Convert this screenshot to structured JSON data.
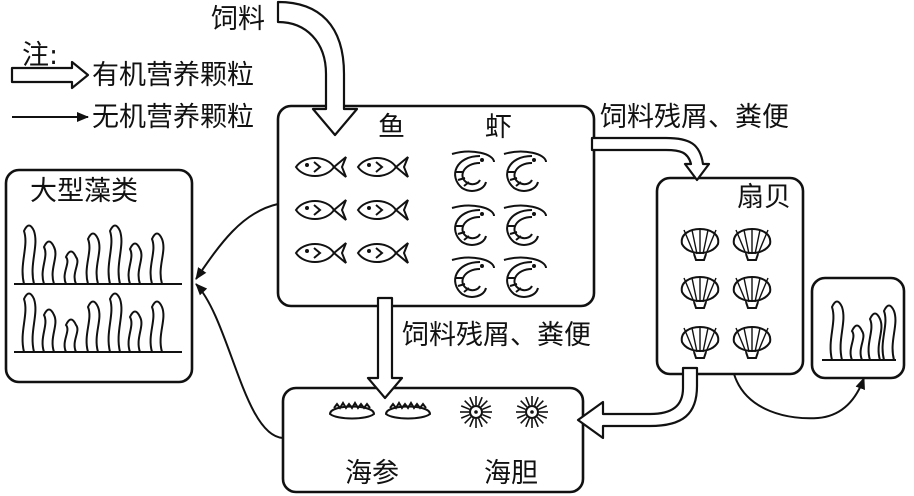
{
  "labels": {
    "feed": "饲料",
    "legend_title": "注:",
    "legend_organic": "有机营养颗粒",
    "legend_inorganic": "无机营养颗粒",
    "fish": "鱼",
    "shrimp": "虾",
    "residue_right": "饲料残屑、粪便",
    "residue_down": "饲料残屑、粪便",
    "algae": "大型藻类",
    "scallop": "扇贝",
    "sea_cucumber": "海参",
    "sea_urchin": "海胆"
  },
  "icons": {
    "organic": "hollow-arrow-icon",
    "inorganic": "line-arrow-icon"
  },
  "counts": {
    "fish": 6,
    "shrimp": 6,
    "scallops": 6,
    "sea_cucumbers": 2,
    "sea_urchins": 2
  }
}
